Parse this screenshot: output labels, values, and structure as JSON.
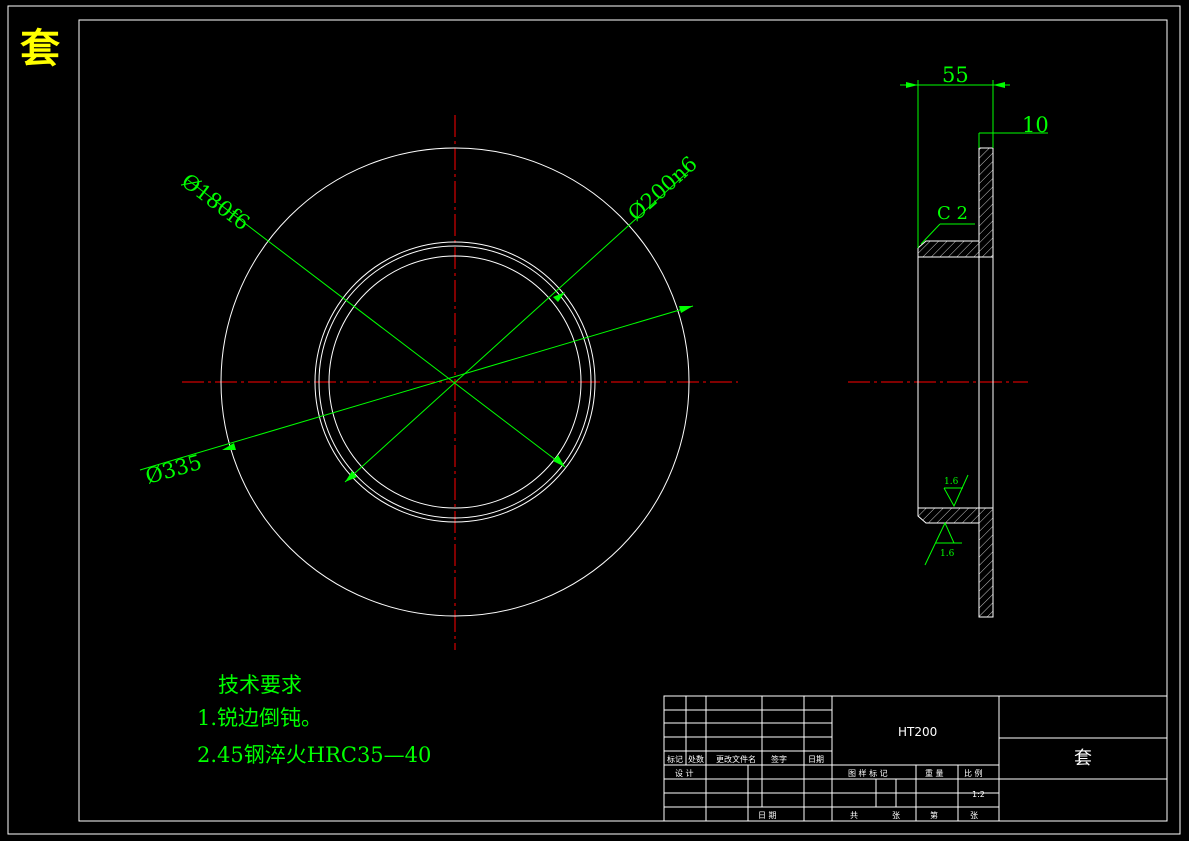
{
  "drawing": {
    "corner_title": "套",
    "dimensions": {
      "inner_diameter": "Ø180f6",
      "outer_fit_diameter": "Ø200n6",
      "flange_diameter": "Ø335",
      "width": "55",
      "flange_thickness": "10",
      "chamfer": "C 2",
      "roughness_top": "1.6",
      "roughness_bottom": "1.6"
    },
    "tech_requirements": {
      "heading": "技术要求",
      "items": [
        "1.锐边倒钝。",
        "2.45钢淬火HRC35—40"
      ]
    },
    "title_block": {
      "material": "HT200",
      "part_name": "套",
      "scale": "1:2",
      "headers_row1": [
        "标记",
        "处数",
        "更改文件名",
        "签字",
        "日期"
      ],
      "design_label": "设 计",
      "date_label": "日 期",
      "stage_labels": [
        "图 样 标 记",
        "重 量",
        "比 例"
      ],
      "sheet_labels": [
        "共",
        "张",
        "第",
        "张"
      ]
    },
    "colors": {
      "outline": "#ffffff",
      "dimension": "#00ff00",
      "centerline": "#ff0000",
      "title": "#ffff00"
    }
  }
}
